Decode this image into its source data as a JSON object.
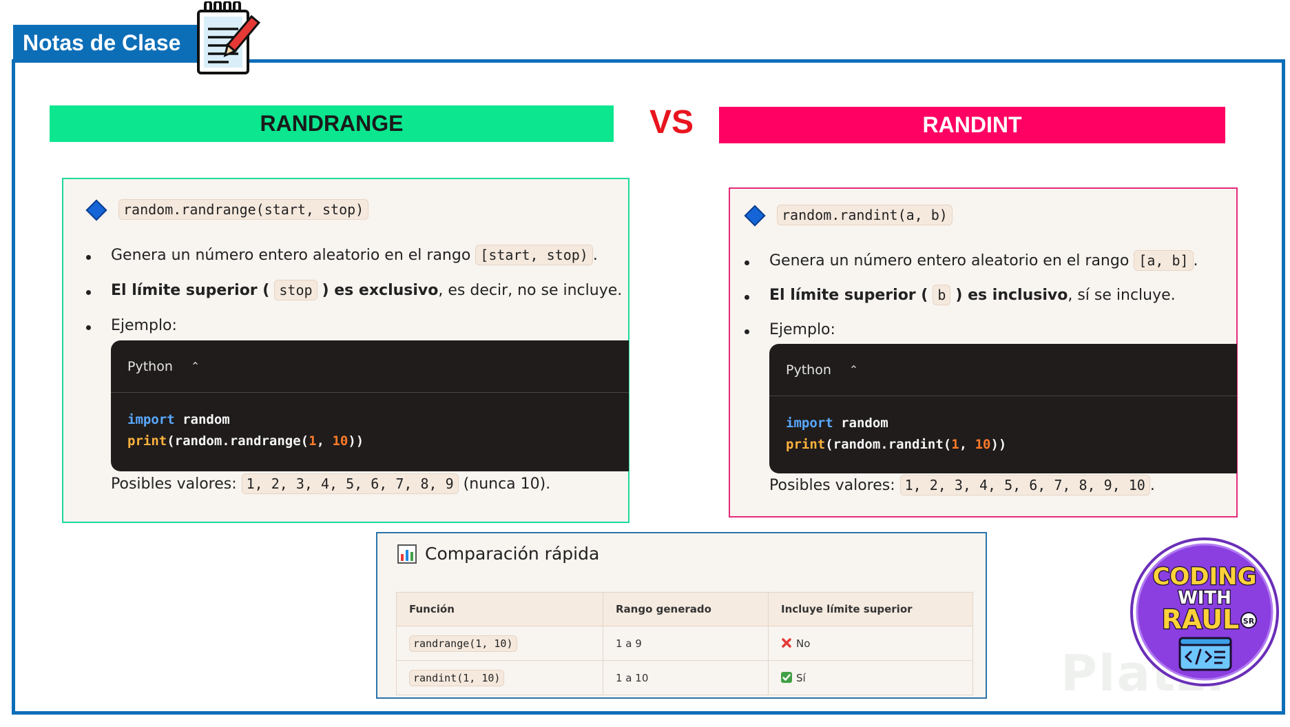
{
  "header": {
    "tag_label": "Notas de Clase"
  },
  "titles": {
    "left": "RANDRANGE",
    "vs": "VS",
    "right": "RANDINT"
  },
  "randrange": {
    "signature": "random.randrange(start, stop)",
    "b1_text": "Genera un número entero aleatorio en el rango",
    "b1_code": "[start, stop)",
    "b1_end": ".",
    "b2_bold_a": "El límite superior (",
    "b2_code": "stop",
    "b2_bold_b": ") es exclusivo",
    "b2_rest": ", es decir, no se incluye.",
    "b3": "Ejemplo:",
    "lang": "Python",
    "code": {
      "l1_kw": "import",
      "l1_rest": " random",
      "l2_fn": "print",
      "l2_a": "(random.randrange(",
      "l2_n1": "1",
      "l2_sep": ", ",
      "l2_n2": "10",
      "l2_end": "))"
    },
    "values_label": "Posibles valores:",
    "values": "1, 2, 3, 4, 5, 6, 7, 8, 9",
    "values_note": "(nunca 10)."
  },
  "randint": {
    "signature": "random.randint(a, b)",
    "b1_text": "Genera un número entero aleatorio en el rango",
    "b1_code": "[a, b]",
    "b1_end": ".",
    "b2_bold_a": "El límite superior (",
    "b2_code": "b",
    "b2_bold_b": ") es inclusivo",
    "b2_rest": ", sí se incluye.",
    "b3": "Ejemplo:",
    "lang": "Python",
    "code": {
      "l1_kw": "import",
      "l1_rest": " random",
      "l2_fn": "print",
      "l2_a": "(random.randint(",
      "l2_n1": "1",
      "l2_sep": ", ",
      "l2_n2": "10",
      "l2_end": "))"
    },
    "values_label": "Posibles valores:",
    "values": "1, 2, 3, 4, 5, 6, 7, 8, 9, 10",
    "values_note": "."
  },
  "comparison": {
    "title": "Comparación rápida",
    "headers": [
      "Función",
      "Rango generado",
      "Incluye límite superior"
    ],
    "rows": [
      {
        "fn": "randrange(1, 10)",
        "range": "1 a 9",
        "includes": "No",
        "icon": "cross-mark-icon"
      },
      {
        "fn": "randint(1, 10)",
        "range": "1 a 10",
        "includes": "Sí",
        "icon": "check-mark-icon"
      }
    ]
  },
  "logo": {
    "line1": "CODING",
    "line2": "WITH",
    "line3": "RAUL",
    "badge": "SR"
  },
  "watermark": "Platzi",
  "colors": {
    "brand_blue": "#0d6eb8",
    "randrange_green": "#0be68f",
    "randint_pink": "#ff0063",
    "vs_red": "#e8141e",
    "code_bg": "#1f1c1b"
  }
}
